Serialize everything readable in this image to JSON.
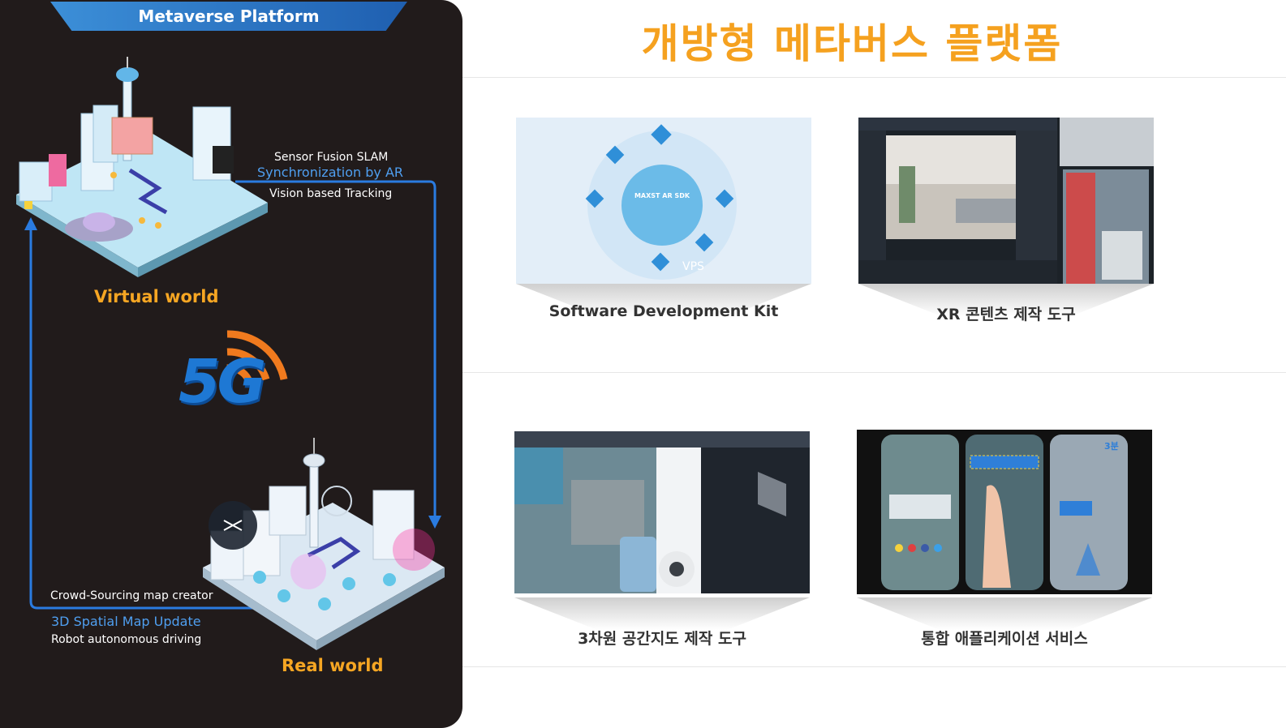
{
  "left_panel": {
    "banner_title": "Metaverse Platform",
    "virtual_caption": {
      "line1": "Sensor Fusion SLAM",
      "line2": "Synchronization by AR",
      "line3": "Vision based Tracking"
    },
    "virtual_label": "Virtual world",
    "five_g_label": "5G",
    "real_caption": {
      "line1": "Crowd-Sourcing map creator",
      "line2": "3D Spatial Map Update",
      "line3": "Robot autonomous driving"
    },
    "real_label": "Real world"
  },
  "main": {
    "title": "개방형 메타버스 플랫폼",
    "cards": [
      {
        "label": "Software Development Kit",
        "thumb_text": "MAXST AR SDK",
        "thumb_sub": "VPS"
      },
      {
        "label": "XR 콘텐츠 제작 도구"
      },
      {
        "label": "3차원 공간지도 제작 도구"
      },
      {
        "label": "통합 애플리케이션 서비스",
        "phone_badge": "3분"
      }
    ]
  },
  "colors": {
    "panel_bg": "#211b1b",
    "accent_orange": "#f5a11f",
    "accent_blue": "#1e78d4",
    "caption_blue": "#4f9ff0"
  }
}
